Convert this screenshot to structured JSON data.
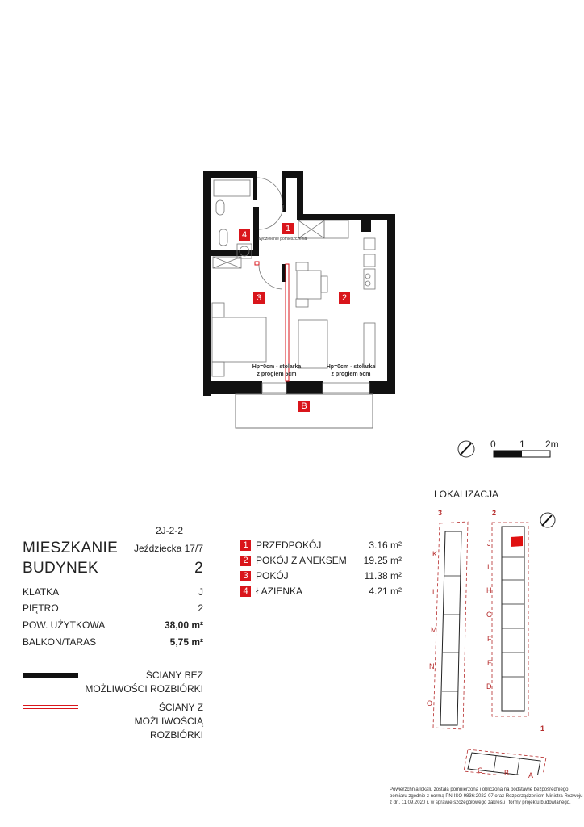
{
  "apartment": {
    "code": "2J-2-2",
    "mieszkanie_label": "MIESZKANIE",
    "address": "Jeździecka 17/7",
    "budynek_label": "BUDYNEK",
    "budynek_value": "2",
    "details": [
      {
        "label": "KLATKA",
        "value": "J"
      },
      {
        "label": "PIĘTRO",
        "value": "2"
      },
      {
        "label": "POW. UŻYTKOWA",
        "value": "38,00 m²"
      },
      {
        "label": "BALKON/TARAS",
        "value": "5,75 m²"
      }
    ]
  },
  "rooms": [
    {
      "num": "1",
      "name": "PRZEDPOKÓJ",
      "area": "3.16 m²"
    },
    {
      "num": "2",
      "name": "POKÓJ Z ANEKSEM",
      "area": "19.25 m²"
    },
    {
      "num": "3",
      "name": "POKÓJ",
      "area": "11.38 m²"
    },
    {
      "num": "4",
      "name": "ŁAZIENKA",
      "area": "4.21 m²"
    }
  ],
  "plan": {
    "balcony_label": "B",
    "hall_note": "wydzielenie pomieszczenia",
    "door_note_1": [
      "Hp=0cm - stolarka",
      "z progiem 5cm"
    ],
    "door_note_2": [
      "Hp=0cm - stolarka",
      "z progiem 5cm"
    ],
    "accent": "#d9151b"
  },
  "scale": {
    "labels": [
      "0",
      "1",
      "2m"
    ],
    "north": "N"
  },
  "legend": {
    "solid": [
      "ŚCIANY BEZ",
      "MOŻLIWOŚCI ROZBIÓRKI"
    ],
    "demolishable": [
      "ŚCIANY Z",
      "MOŻLIWOŚCIĄ ROZBIÓRKI"
    ]
  },
  "location": {
    "title": "LOKALIZACJA",
    "buildings": [
      "3",
      "2",
      "1"
    ],
    "stairs_b3": [
      "K",
      "L",
      "M",
      "N",
      "O"
    ],
    "stairs_b2": [
      "J",
      "I",
      "H",
      "G",
      "F",
      "E",
      "D"
    ],
    "stairs_b1": [
      "C",
      "B",
      "A"
    ],
    "highlight": "J"
  },
  "footnote": [
    "Powierzchnia lokalu została pomnierzona i obliczona na podstawie bezpośredniego",
    "pomiaru zgodnie z normą PN-ISO 9836:2022-07 oraz Rozporządzeniem Ministra Rozwoju",
    "z dn. 11.09.2020 r. w sprawie szczegółowego zakresu i formy projektu budowlanego."
  ]
}
